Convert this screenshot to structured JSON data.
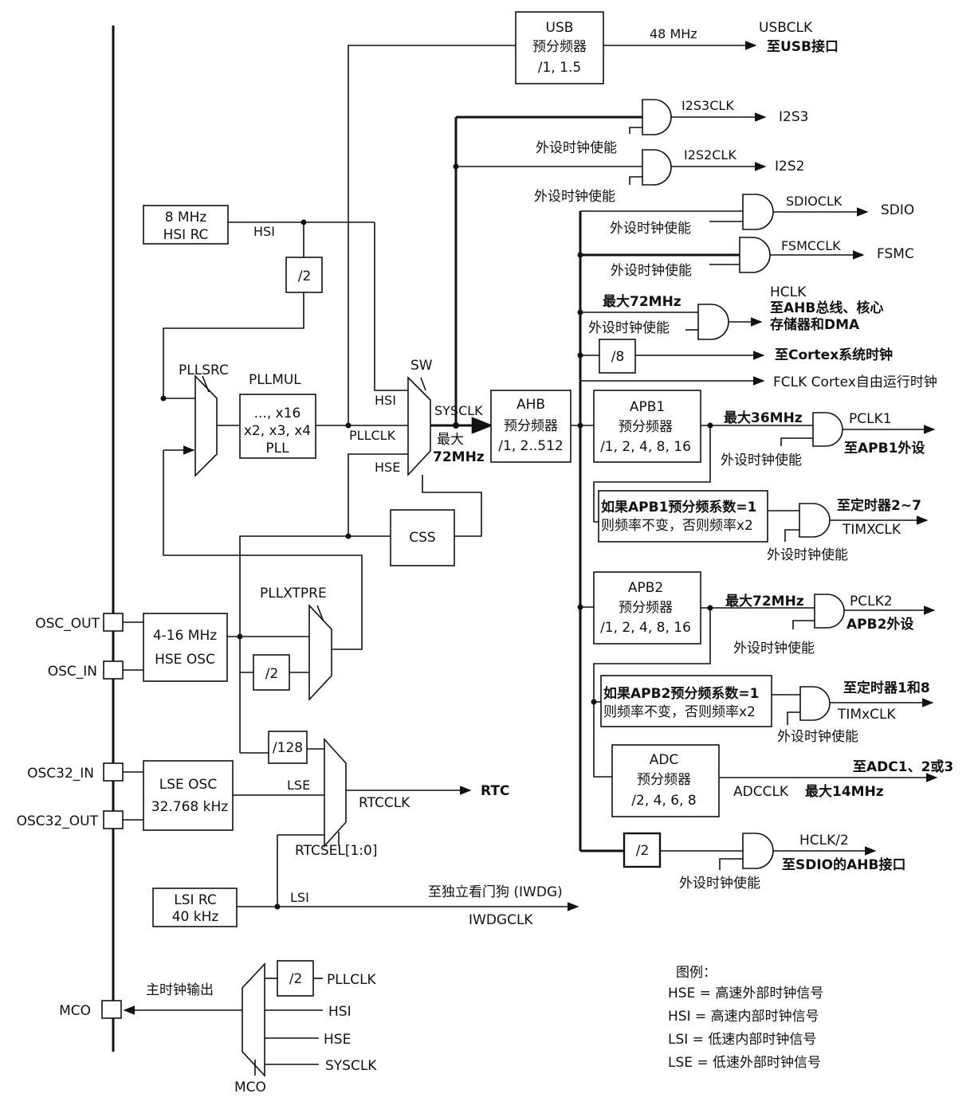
{
  "blocks": {
    "usb": {
      "name": "USB",
      "sub": "预分频器",
      "ratio": "/1, 1.5"
    },
    "hsi_rc": {
      "l1": "8 MHz",
      "l2": "HSI RC"
    },
    "pllmul": {
      "l1": "..., x16",
      "l2": "x2, x3, x4",
      "l3": "PLL"
    },
    "ahb": {
      "name": "AHB",
      "sub": "预分频器",
      "ratio": "/1, 2..512"
    },
    "apb1": {
      "name": "APB1",
      "sub": "预分频器",
      "ratio": "/1, 2, 4, 8, 16"
    },
    "apb2": {
      "name": "APB2",
      "sub": "预分频器",
      "ratio": "/1, 2, 4, 8, 16"
    },
    "adc": {
      "name": "ADC",
      "sub": "预分频器",
      "ratio": "/2, 4, 6, 8"
    },
    "css": "CSS",
    "hse_osc": {
      "l1": "4-16 MHz",
      "l2": "HSE OSC"
    },
    "lse_osc": {
      "l1": "LSE OSC",
      "l2": "32.768 kHz"
    },
    "lsi_rc": {
      "l1": "LSI RC",
      "l2": "40 kHz"
    },
    "div2": "/2",
    "div8": "/8",
    "div128": "/128",
    "tim1_cond": {
      "l1": "如果APB1预分频系数=1",
      "l2": "则频率不变，否则频率x2"
    },
    "tim2_cond": {
      "l1": "如果APB2预分频系数=1",
      "l2": "则频率不变，否则频率x2"
    }
  },
  "labels": {
    "pllsrc": "PLLSRC",
    "pllmul": "PLLMUL",
    "pllxtpre": "PLLXTPRE",
    "sw": "SW",
    "hsi": "HSI",
    "hse": "HSE",
    "lse": "LSE",
    "lsi": "LSI",
    "pllclk": "PLLCLK",
    "sysclk": "SYSCLK",
    "max": "最大",
    "mhz72": "72MHz",
    "rtcclk": "RTCCLK",
    "rtc": "RTC",
    "rtcsel": "RTCSEL[1:0]",
    "iwdg_to": "至独立看门狗  (IWDG)",
    "iwdgclk": "IWDGCLK",
    "usb_freq": "48 MHz",
    "usbclk": "USBCLK",
    "usb_to": "至USB接口",
    "i2s3clk": "I2S3CLK",
    "i2s3": "I2S3",
    "i2s2clk": "I2S2CLK",
    "i2s2": "I2S2",
    "sdioclk": "SDIOCLK",
    "sdio": "SDIO",
    "fsmcclk": "FSMCCLK",
    "fsmc": "FSMC",
    "periph_en": "外设时钟使能",
    "max72": "最大72MHz",
    "hclk": "HCLK",
    "hclk_to1": "至AHB总线、核心",
    "hclk_to2": "存储器和DMA",
    "cortex_sys": "至Cortex系统时钟",
    "fclk": "FCLK Cortex自由运行时钟",
    "max36": "最大36MHz",
    "pclk1": "PCLK1",
    "pclk1_to": "至APB1外设",
    "tim27_to": "至定时器2~7",
    "timxclk": "TIMXCLK",
    "max72b": "最大72MHz",
    "pclk2": "PCLK2",
    "pclk2_to": "APB2外设",
    "tim18_to": "至定时器1和8",
    "timxclk2": "TIMxCLK",
    "adc_to": "至ADC1、2或3",
    "adcclk": "ADCCLK",
    "adc_max": "最大14MHz",
    "hclk2": "HCLK/2",
    "sdio_ahb": "至SDIO的AHB接口",
    "mco_out": "主时钟输出",
    "mco": "MCO",
    "mco_mux": "MCO",
    "mco_pllclk": "PLLCLK",
    "mco_hsi": "HSI",
    "mco_hse": "HSE",
    "mco_sysclk": "SYSCLK"
  },
  "pins": {
    "osc_out": "OSC_OUT",
    "osc_in": "OSC_IN",
    "osc32_in": "OSC32_IN",
    "osc32_out": "OSC32_OUT",
    "mco": "MCO"
  },
  "legend": {
    "title": "图例：",
    "items": [
      "HSE =  高速外部时钟信号",
      "HSI =  高速内部时钟信号",
      "LSI =  低速内部时钟信号",
      "LSE =  低速外部时钟信号"
    ]
  }
}
